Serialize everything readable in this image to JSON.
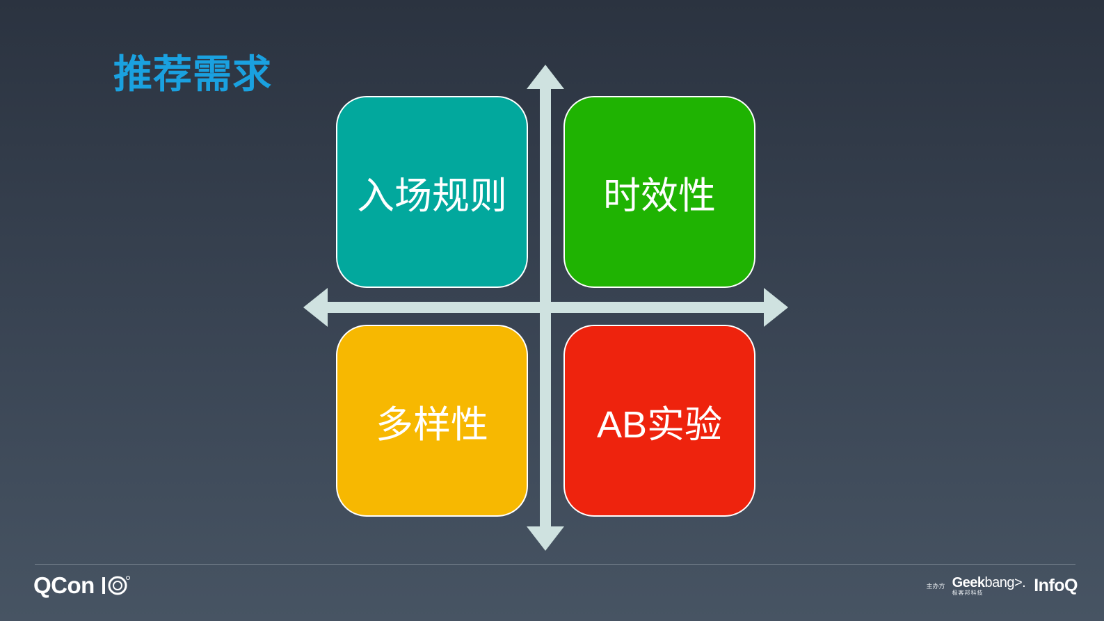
{
  "slide": {
    "title": "推荐需求"
  },
  "quadrants": {
    "top_left": {
      "label": "入场规则",
      "color": "#02a89d"
    },
    "top_right": {
      "label": "时效性",
      "color": "#1fb302"
    },
    "bottom_left": {
      "label": "多样性",
      "color": "#f7b801"
    },
    "bottom_right": {
      "label": "AB实验",
      "color": "#ee230d"
    }
  },
  "axes": {
    "color": "#cfe2e0",
    "arrows": [
      "up",
      "down",
      "left",
      "right"
    ]
  },
  "footer": {
    "qcon_text": "QCon",
    "qcon_mark_icon": "qcon-10-icon",
    "host_label": "主办方",
    "geekbang_bold": "Geek",
    "geekbang_light": "bang>.",
    "geekbang_sub": "极客邦科技",
    "infoq_text": "InfoQ"
  }
}
